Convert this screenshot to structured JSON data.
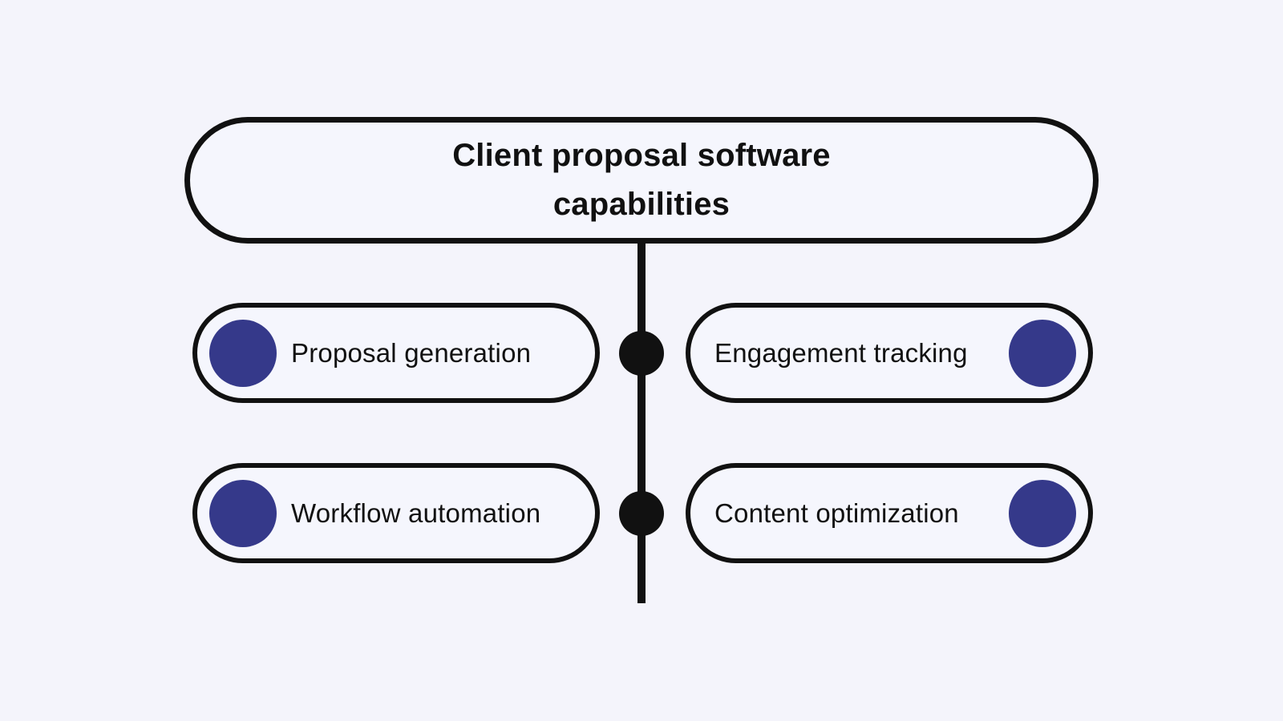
{
  "diagram": {
    "title": "Client proposal software capabilities",
    "title_lines": {
      "line1": "Client proposal software",
      "line2": "capabilities"
    },
    "nodes": [
      {
        "label": "Proposal generation",
        "side": "left"
      },
      {
        "label": "Engagement tracking",
        "side": "right"
      },
      {
        "label": "Workflow automation",
        "side": "left"
      },
      {
        "label": "Content optimization",
        "side": "right"
      }
    ],
    "colors": {
      "background": "#f4f4fb",
      "node_fill": "#f5f6fd",
      "stroke": "#111111",
      "bullet": "#35398a",
      "text": "#111111"
    }
  }
}
